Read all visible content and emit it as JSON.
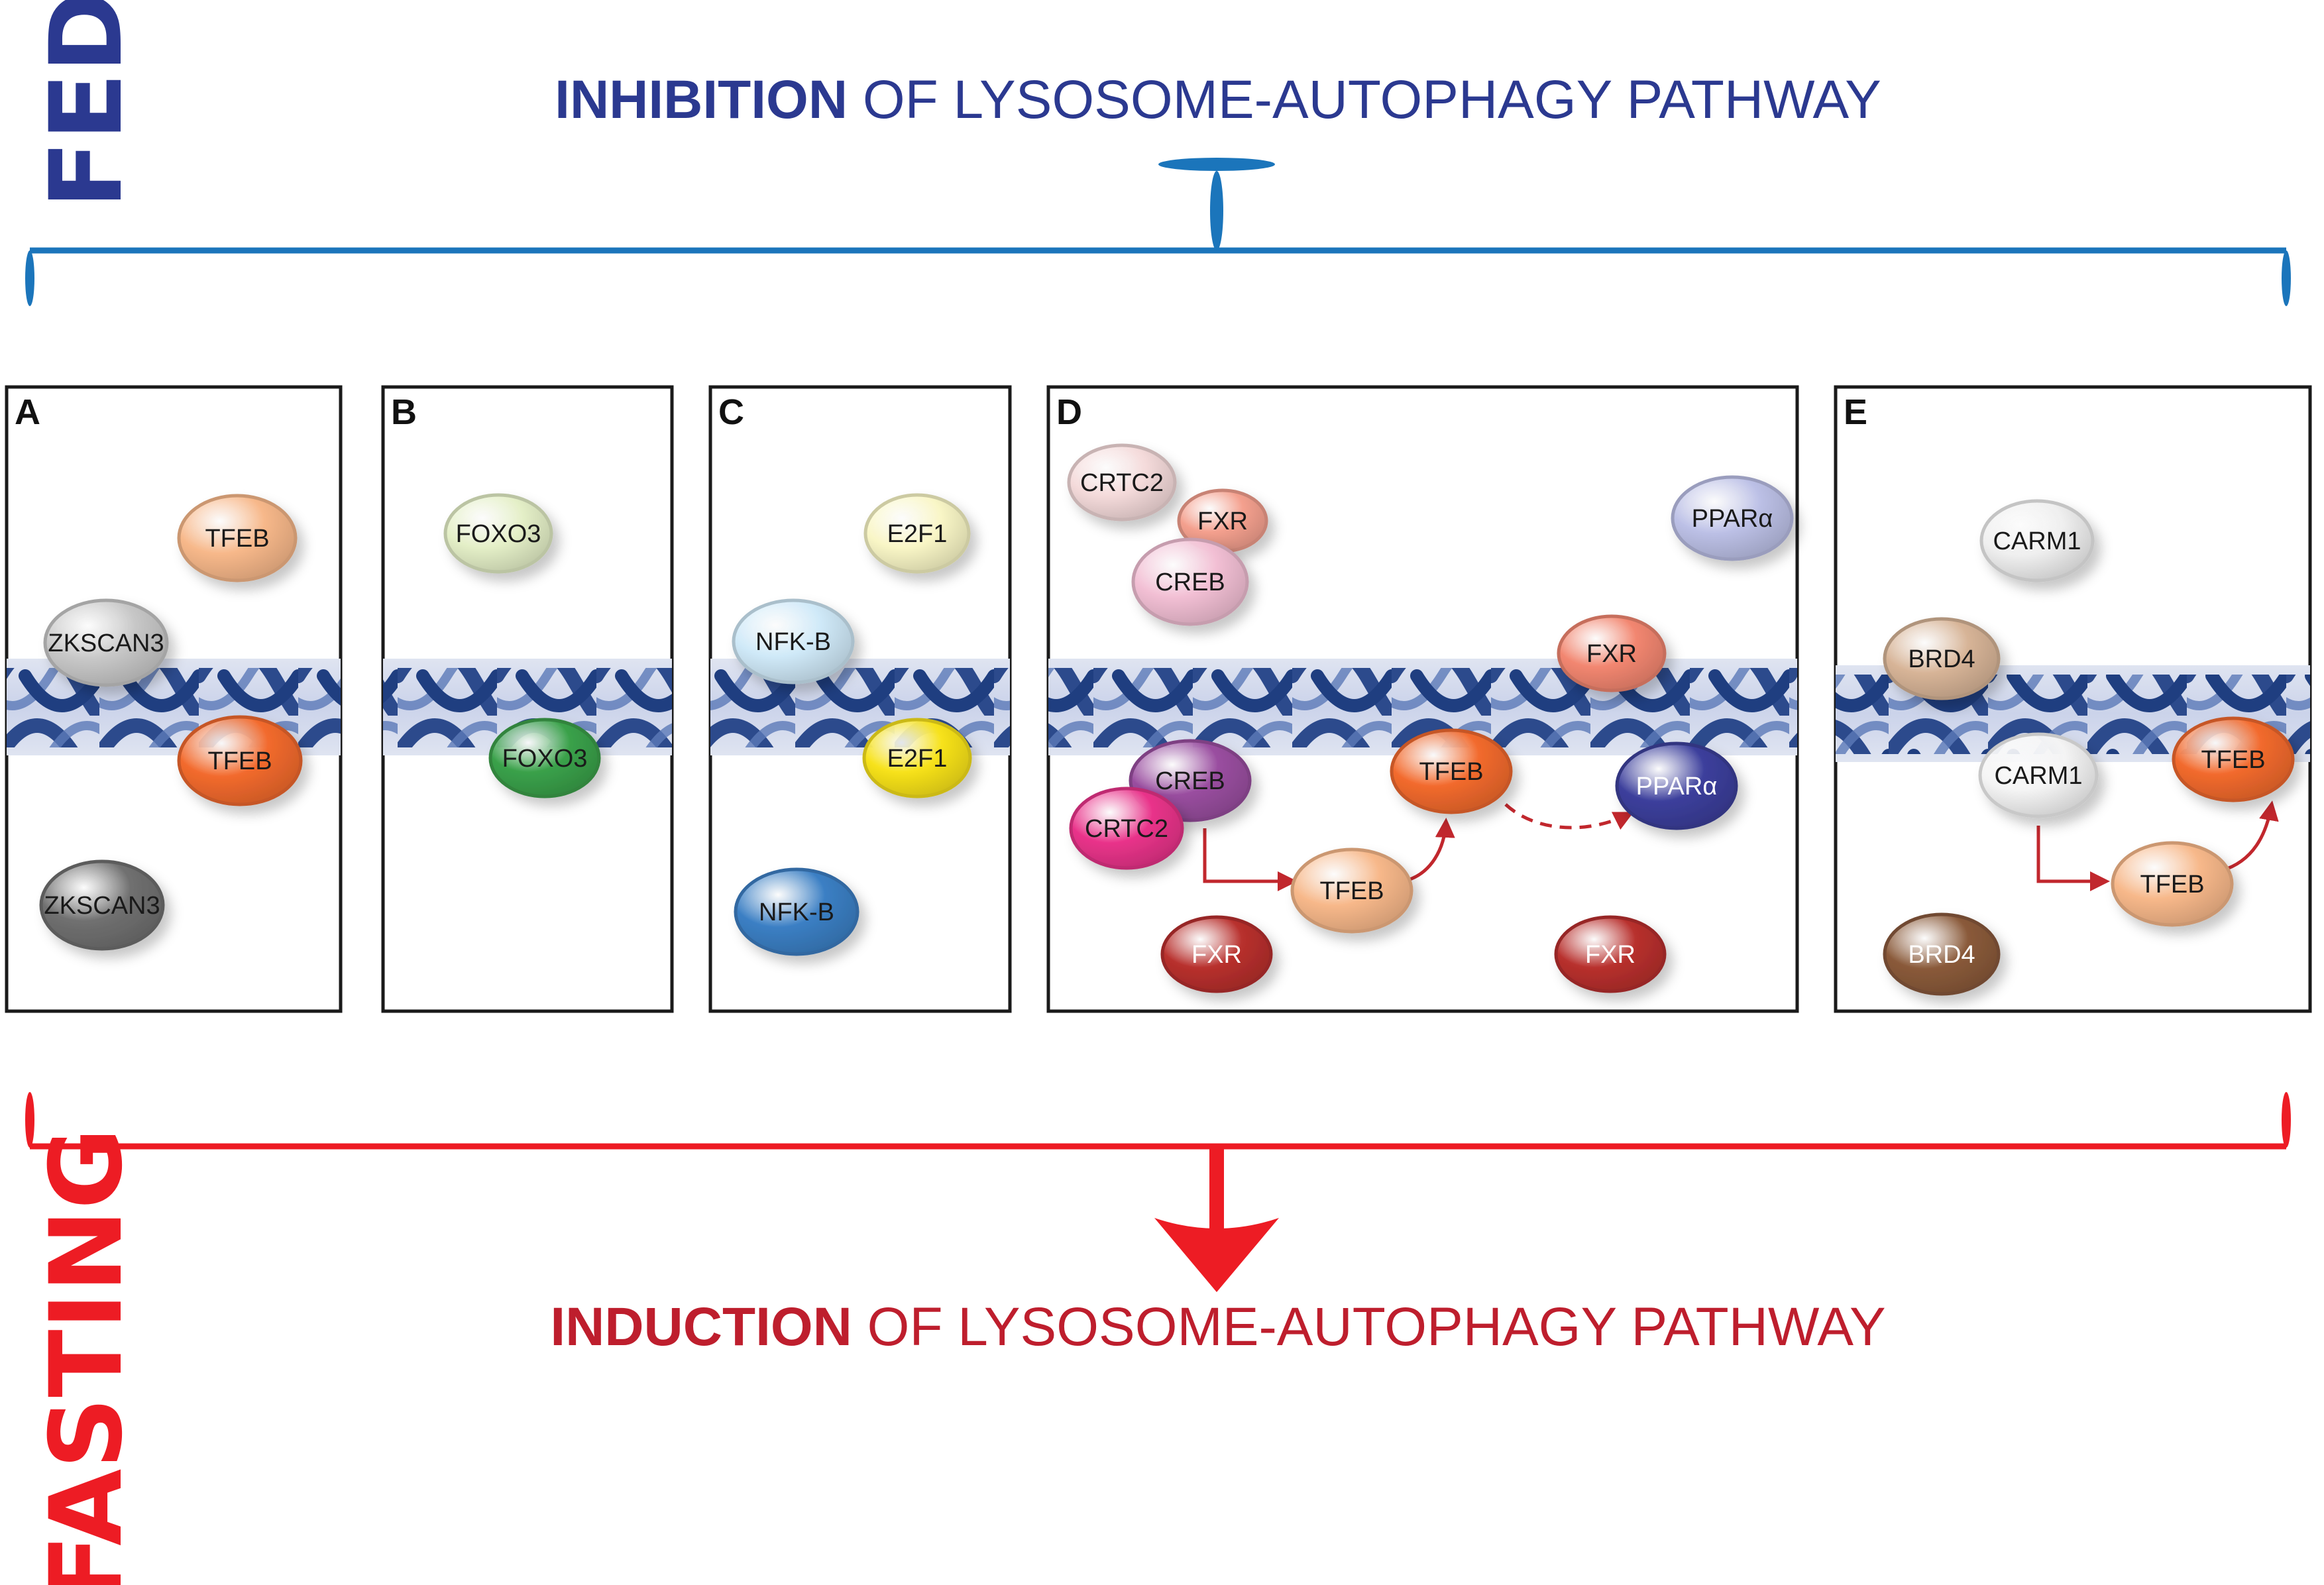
{
  "side_labels": {
    "fed": "FED",
    "fasting": "FASTING"
  },
  "titles": {
    "top_bold": "INHIBITION",
    "top_rest": " OF LYSOSOME-AUTOPHAGY PATHWAY",
    "bottom_bold": "INDUCTION",
    "bottom_rest": " OF LYSOSOME-AUTOPHAGY PATHWAY"
  },
  "colors": {
    "fed_blue": "#2b3990",
    "bracket_blue": "#1b75bb",
    "fasting_red": "#ed1c24",
    "title_red": "#be1e2d"
  },
  "panels": [
    {
      "label": "A",
      "nodes": [
        {
          "text": "TFEB",
          "color": "#f7b88a"
        },
        {
          "text": "ZKSCAN3",
          "color": "#c8c8c8"
        },
        {
          "text": "TFEB",
          "color": "#f26a2d"
        },
        {
          "text": "ZKSCAN3",
          "color": "#707070"
        }
      ]
    },
    {
      "label": "B",
      "nodes": [
        {
          "text": "FOXO3",
          "color": "#e4efc7"
        },
        {
          "text": "FOXO3",
          "color": "#3aa14a"
        }
      ]
    },
    {
      "label": "C",
      "nodes": [
        {
          "text": "E2F1",
          "color": "#f9f6c6"
        },
        {
          "text": "NFK-B",
          "color": "#cfe9f8"
        },
        {
          "text": "E2F1",
          "color": "#f7e21a"
        },
        {
          "text": "NFK-B",
          "color": "#3b7fc4"
        }
      ]
    },
    {
      "label": "D",
      "nodes": [
        {
          "text": "CRTC2",
          "color": "#f4dada"
        },
        {
          "text": "FXR",
          "color": "#f4a08e"
        },
        {
          "text": "CREB",
          "color": "#f2bfd4"
        },
        {
          "text": "PPARα",
          "color": "#bcc0e6"
        },
        {
          "text": "FXR",
          "color": "#f28670"
        },
        {
          "text": "CREB",
          "color": "#9a4ea0"
        },
        {
          "text": "CRTC2",
          "color": "#e9338a"
        },
        {
          "text": "TFEB",
          "color": "#f26a2d"
        },
        {
          "text": "PPARα",
          "color": "#3c3f9c"
        },
        {
          "text": "TFEB",
          "color": "#f7b88a"
        },
        {
          "text": "FXR",
          "color": "#b8302d"
        },
        {
          "text": "FXR",
          "color": "#b8302d"
        }
      ]
    },
    {
      "label": "E",
      "nodes": [
        {
          "text": "CARM1",
          "color": "#efefef"
        },
        {
          "text": "BRD4",
          "color": "#d7b497"
        },
        {
          "text": "CARM1",
          "color": "#f4f4f4"
        },
        {
          "text": "TFEB",
          "color": "#f26a2d"
        },
        {
          "text": "TFEB",
          "color": "#f7b88a"
        },
        {
          "text": "BRD4",
          "color": "#8a5a3a"
        }
      ]
    }
  ]
}
